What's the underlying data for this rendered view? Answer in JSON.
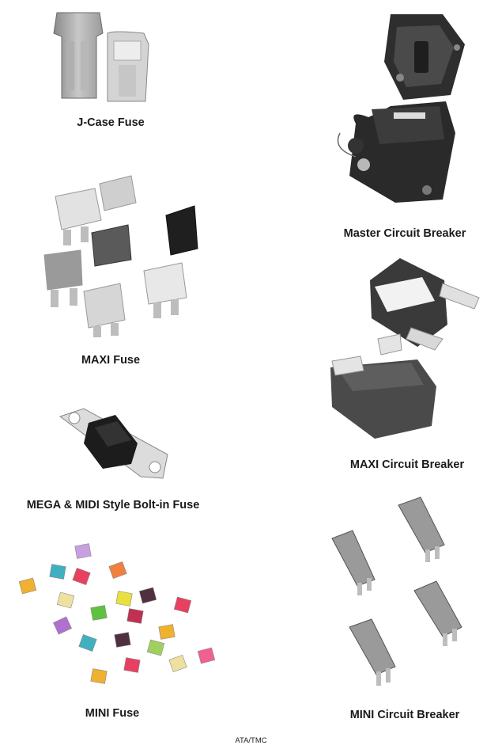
{
  "captions": {
    "jcase": "J-Case Fuse",
    "master": "Master Circuit Breaker",
    "maxi_fuse": "MAXI Fuse",
    "maxi_breaker": "MAXI Circuit Breaker",
    "mega_midi": "MEGA & MIDI Style Bolt-in Fuse",
    "mini_fuse": "MINI Fuse",
    "mini_breaker": "MINI Circuit Breaker"
  },
  "footer": "ATA/TMC",
  "colors": {
    "mini_fuse_colors": [
      "#f0b030",
      "#e84060",
      "#c8a0e0",
      "#f08040",
      "#40b0c0",
      "#60c040",
      "#c03050",
      "#e8e040",
      "#503040",
      "#a0d060",
      "#f06090",
      "#b070d0",
      "#e0a0c0",
      "#f0e0a0"
    ]
  }
}
